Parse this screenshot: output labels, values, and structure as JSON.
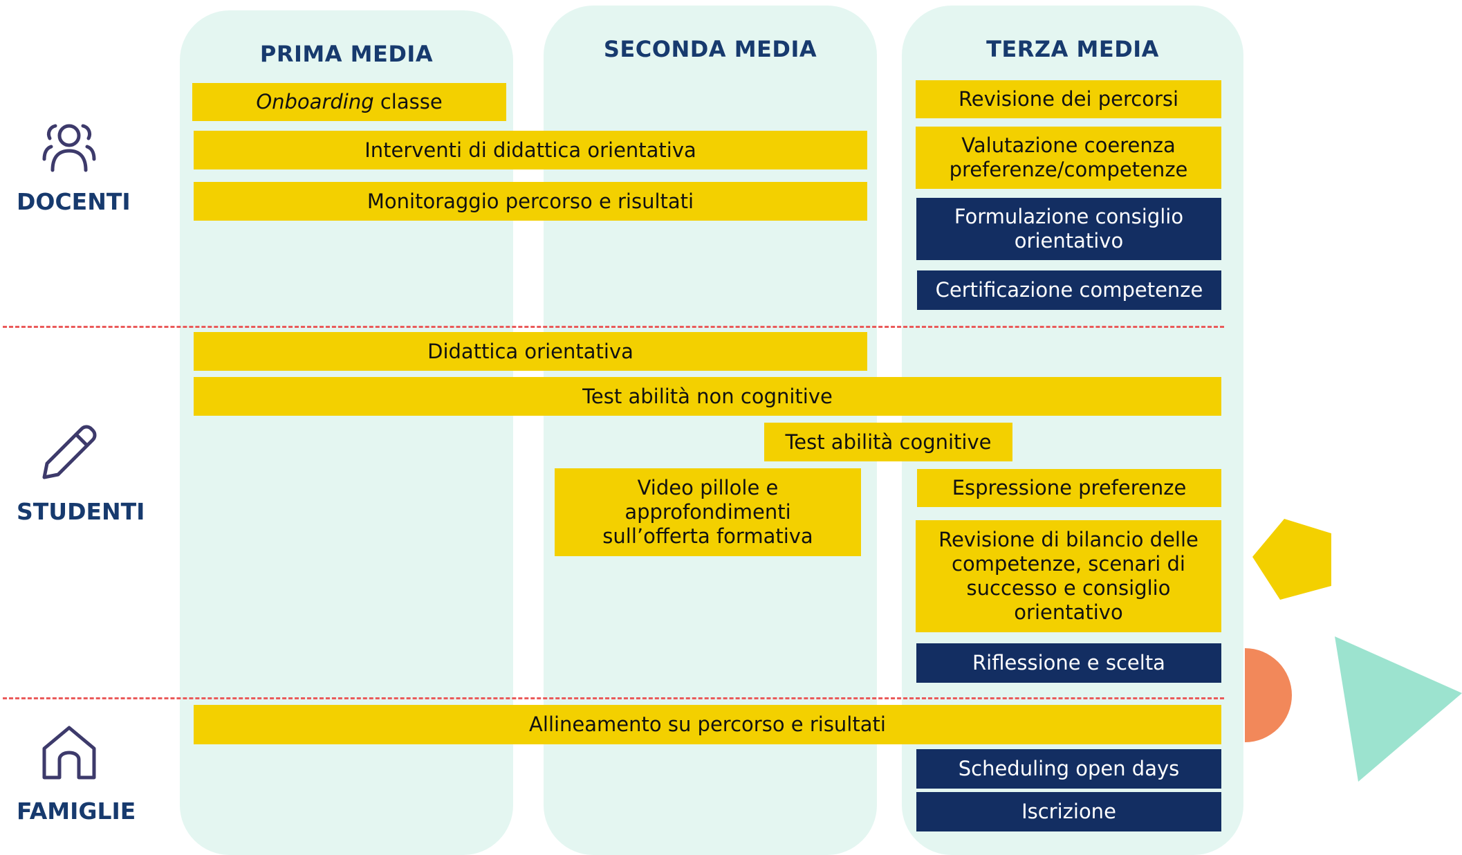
{
  "columns": [
    {
      "title": "PRIMA MEDIA"
    },
    {
      "title": "SECONDA MEDIA"
    },
    {
      "title": "TERZA MEDIA"
    }
  ],
  "rows": {
    "docenti": {
      "label": "DOCENTI",
      "icon": "people-icon"
    },
    "studenti": {
      "label": "STUDENTI",
      "icon": "pencil-icon"
    },
    "famiglie": {
      "label": "FAMIGLIE",
      "icon": "house-icon"
    }
  },
  "activities": {
    "onboarding_em": "Onboarding",
    "onboarding_rest": " classe",
    "interventi": "Interventi di didattica orientativa",
    "monitoraggio": "Monitoraggio percorso e risultati",
    "revisione_percorsi": "Revisione dei percorsi",
    "valutazione": "Valutazione coerenza preferenze/competenze",
    "formulazione": "Formulazione consiglio orientativo",
    "certificazione": "Certificazione competenze",
    "didattica": "Didattica orientativa",
    "test_non_cognitive": "Test abilità non cognitive",
    "test_cognitive": "Test abilità cognitive",
    "video_pillole": "Video pillole e approfondimenti sull’offerta formativa",
    "espressione": "Espressione preferenze",
    "revisione_bilancio": "Revisione di bilancio delle competenze, scenari di successo e consiglio orientativo",
    "riflessione": "Riflessione e scelta",
    "allineamento": "Allineamento su percorso e risultati",
    "scheduling": "Scheduling open days",
    "iscrizione": "Iscrizione"
  },
  "colors": {
    "column_bg": "#e4f6f1",
    "yellow": "#f3d000",
    "navy": "#132e62",
    "title_text": "#173a6e",
    "divider": "#ea5a5a",
    "deco_pentagon": "#f3d000",
    "deco_semicircle": "#f2885a",
    "deco_triangle": "#9ce3cf"
  }
}
